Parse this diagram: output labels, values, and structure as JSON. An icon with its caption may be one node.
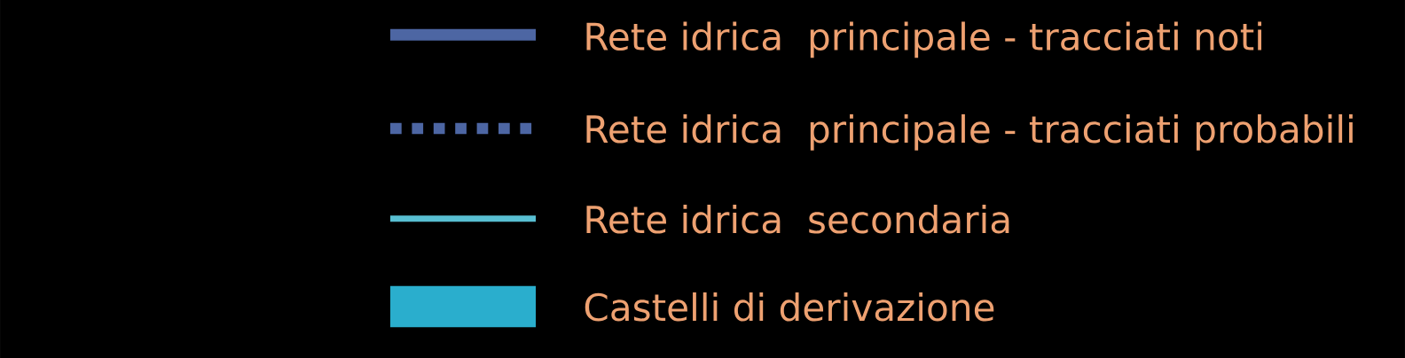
{
  "diagram": {
    "legend": [
      {
        "text": "Rete idrica  principale - tracciati noti"
      },
      {
        "text": "Rete idrica  principale - tracciati probabili"
      },
      {
        "text": "Rete idrica  secondaria"
      },
      {
        "text": "Castelli di derivazione",
        "color": "#2aaecd"
      }
    ]
  }
}
